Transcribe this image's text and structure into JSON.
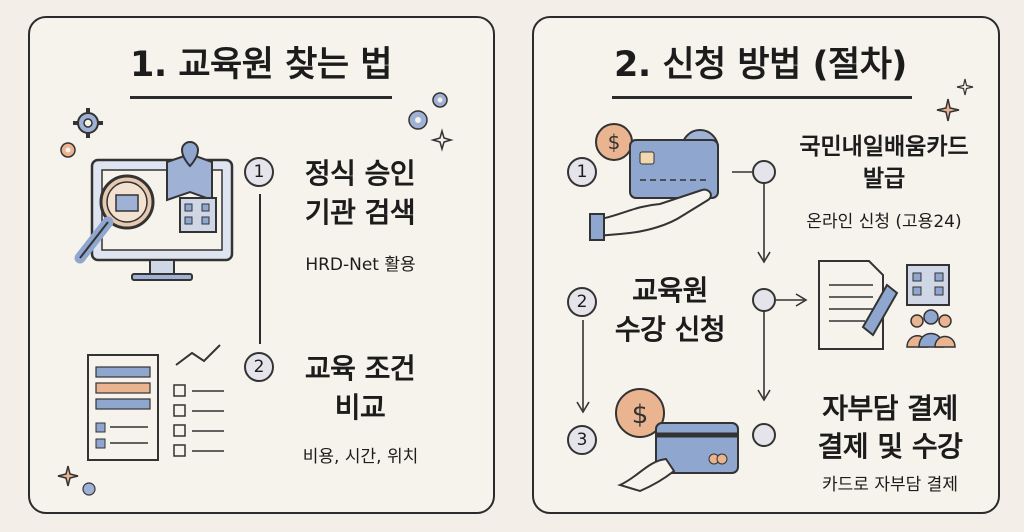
{
  "left": {
    "title": "1. 교육원 찾는 법",
    "step1": {
      "num": "1",
      "line1": "정식 승인",
      "line2": "기관 검색",
      "sub": "HRD-Net 활용"
    },
    "step2": {
      "num": "2",
      "line1": "교육 조건",
      "line2": "비교",
      "sub": "비용, 시간, 위치"
    }
  },
  "right": {
    "title": "2. 신청 방법 (절차)",
    "step1": {
      "num": "1",
      "line1": "국민내일배움카드",
      "line2": "발급",
      "sub": "온라인 신청 (고용24)"
    },
    "step2": {
      "num": "2",
      "line1": "교육원",
      "line2": "수강 신청"
    },
    "step3": {
      "num": "3",
      "line1": "자부담 결제",
      "line2": "결제 및 수강",
      "sub": "카드로 자부담 결제"
    }
  },
  "colors": {
    "accent_blue": "#8fa6cf",
    "accent_peach": "#e9b48f",
    "ink": "#2b2b2b"
  },
  "icons": [
    "gear-icon",
    "map-pin-icon",
    "monitor-icon",
    "magnifier-icon",
    "building-icon",
    "document-icon",
    "trend-line-icon",
    "checklist-icon",
    "sparkle-icon",
    "coin-icon",
    "credit-card-icon",
    "hand-icon",
    "pen-icon",
    "people-icon",
    "arrow-icon"
  ]
}
